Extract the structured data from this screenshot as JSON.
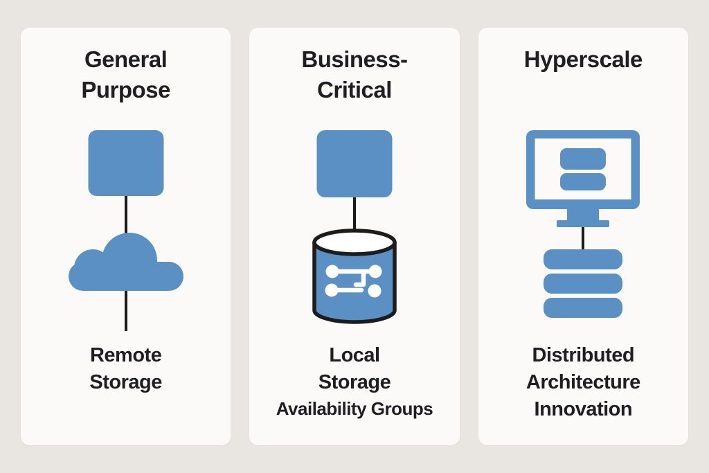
{
  "colors": {
    "background": "#e9e6e2",
    "card": "#fbfaf8",
    "accent_blue": "#5b90c5",
    "text": "#1f1f23",
    "connector": "#1c1c1c",
    "icon_detail": "#ffffff"
  },
  "cards": [
    {
      "name": "general-purpose",
      "title_lines": [
        "General",
        "Purpose"
      ],
      "icons": [
        "compute-square-icon",
        "cloud-icon"
      ],
      "label_lines": [
        "Remote",
        "Storage"
      ],
      "sublabel": ""
    },
    {
      "name": "business-critical",
      "title_lines": [
        "Business-",
        "Critical"
      ],
      "icons": [
        "compute-square-icon",
        "database-cylinder-icon"
      ],
      "label_lines": [
        "Local",
        "Storage"
      ],
      "sublabel": "Availability Groups"
    },
    {
      "name": "hyperscale",
      "title_lines": [
        "Hyperscale"
      ],
      "icons": [
        "monitor-icon",
        "disk-stack-icon"
      ],
      "label_lines": [
        "Distributed",
        "Architecture",
        "Innovation"
      ],
      "sublabel": ""
    }
  ]
}
